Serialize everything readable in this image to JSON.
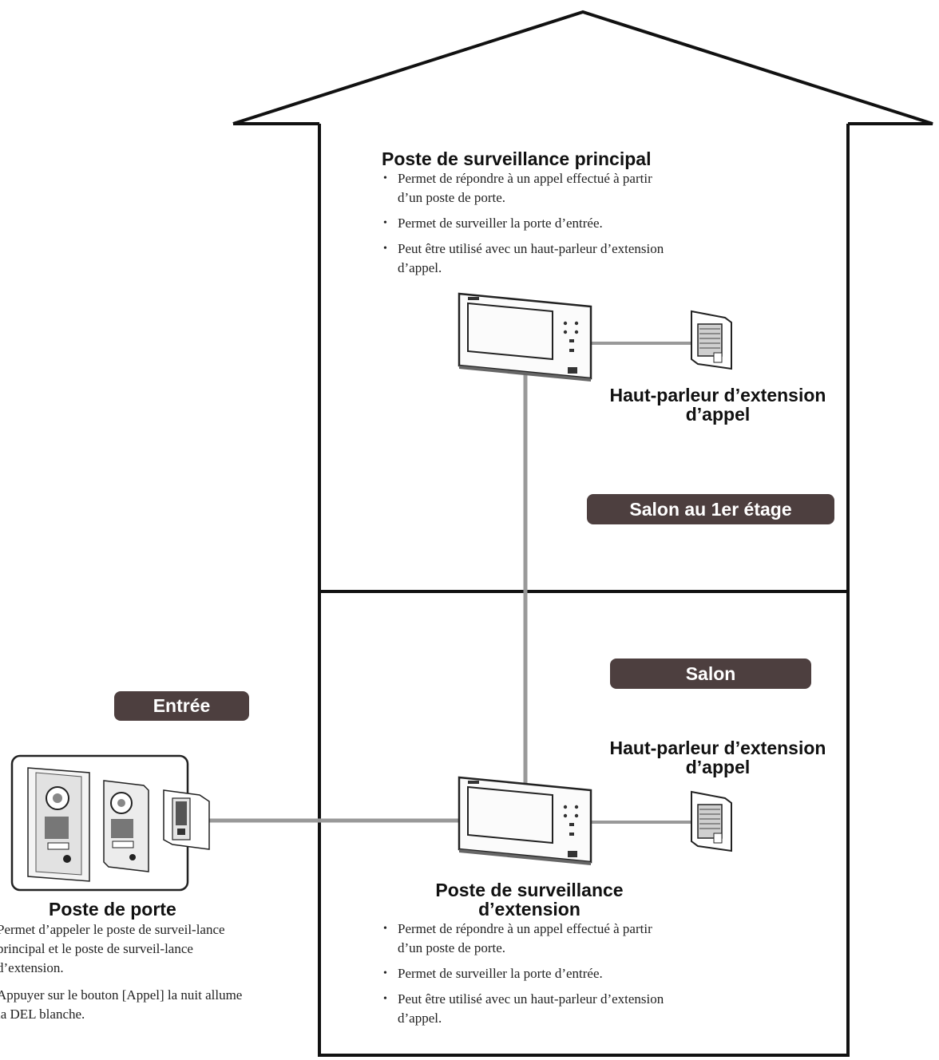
{
  "main_monitor": {
    "title": "Poste de surveillance principal",
    "bullets": [
      "Permet de répondre à un appel effectué à partir d’un poste de porte.",
      "Permet de surveiller la porte d’entrée.",
      "Peut être utilisé avec un haut-parleur d’extension d’appel."
    ]
  },
  "speaker_upper": {
    "line1": "Haut-parleur d’extension",
    "line2": "d’appel"
  },
  "room_upper": {
    "label": "Salon au 1er étage"
  },
  "room_lower": {
    "label": "Salon"
  },
  "entrance": {
    "label": "Entrée"
  },
  "speaker_lower": {
    "line1": "Haut-parleur d’extension",
    "line2": "d’appel"
  },
  "extension_monitor": {
    "title_line1": "Poste de surveillance",
    "title_line2": "d’extension",
    "bullets": [
      "Permet de répondre à un appel effectué à partir d’un poste de porte.",
      "Permet de surveiller la porte d’entrée.",
      "Peut être utilisé avec un haut-parleur d’extension d’appel."
    ]
  },
  "door_station": {
    "title": "Poste de porte",
    "text1": "Permet d’appeler le poste de surveil-lance principal et le poste de surveil-lance d’extension.",
    "text2": "Appuyer sur le bouton [Appel] la nuit allume la DEL blanche."
  }
}
